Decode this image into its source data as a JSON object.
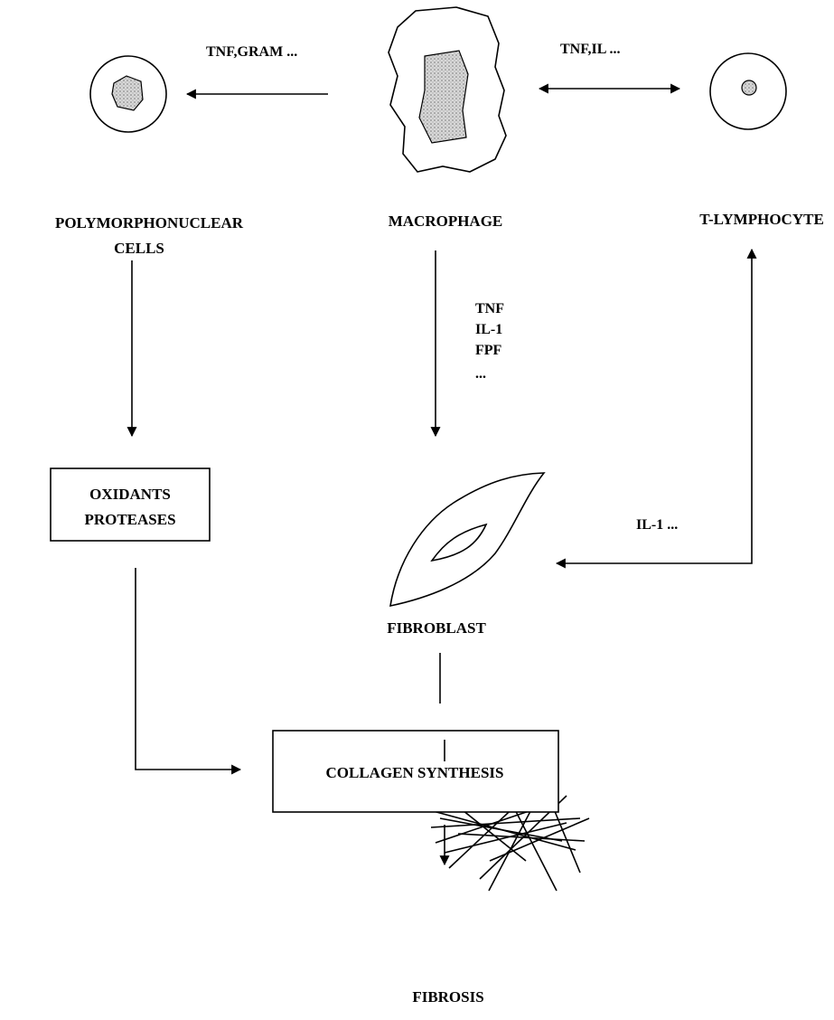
{
  "nodes": {
    "polymorphonuclear": [
      "POLYMORPHONUCLEAR",
      "CELLS"
    ],
    "macrophage": "MACROPHAGE",
    "t_lymphocyte": "T-LYMPHOCYTE",
    "oxidants_proteases": [
      "OXIDANTS",
      "PROTEASES"
    ],
    "fibroblast": "FIBROBLAST",
    "collagen_synthesis": "COLLAGEN SYNTHESIS",
    "fibrosis": "FIBROSIS"
  },
  "edge_labels": {
    "macrophage_to_pmn": "TNF,GRAM ...",
    "macrophage_lymphocyte": "TNF,IL ...",
    "macrophage_to_fibroblast": [
      "TNF",
      "IL-1",
      "FPF",
      "..."
    ],
    "lymphocyte_to_fibroblast": "IL-1 ..."
  }
}
